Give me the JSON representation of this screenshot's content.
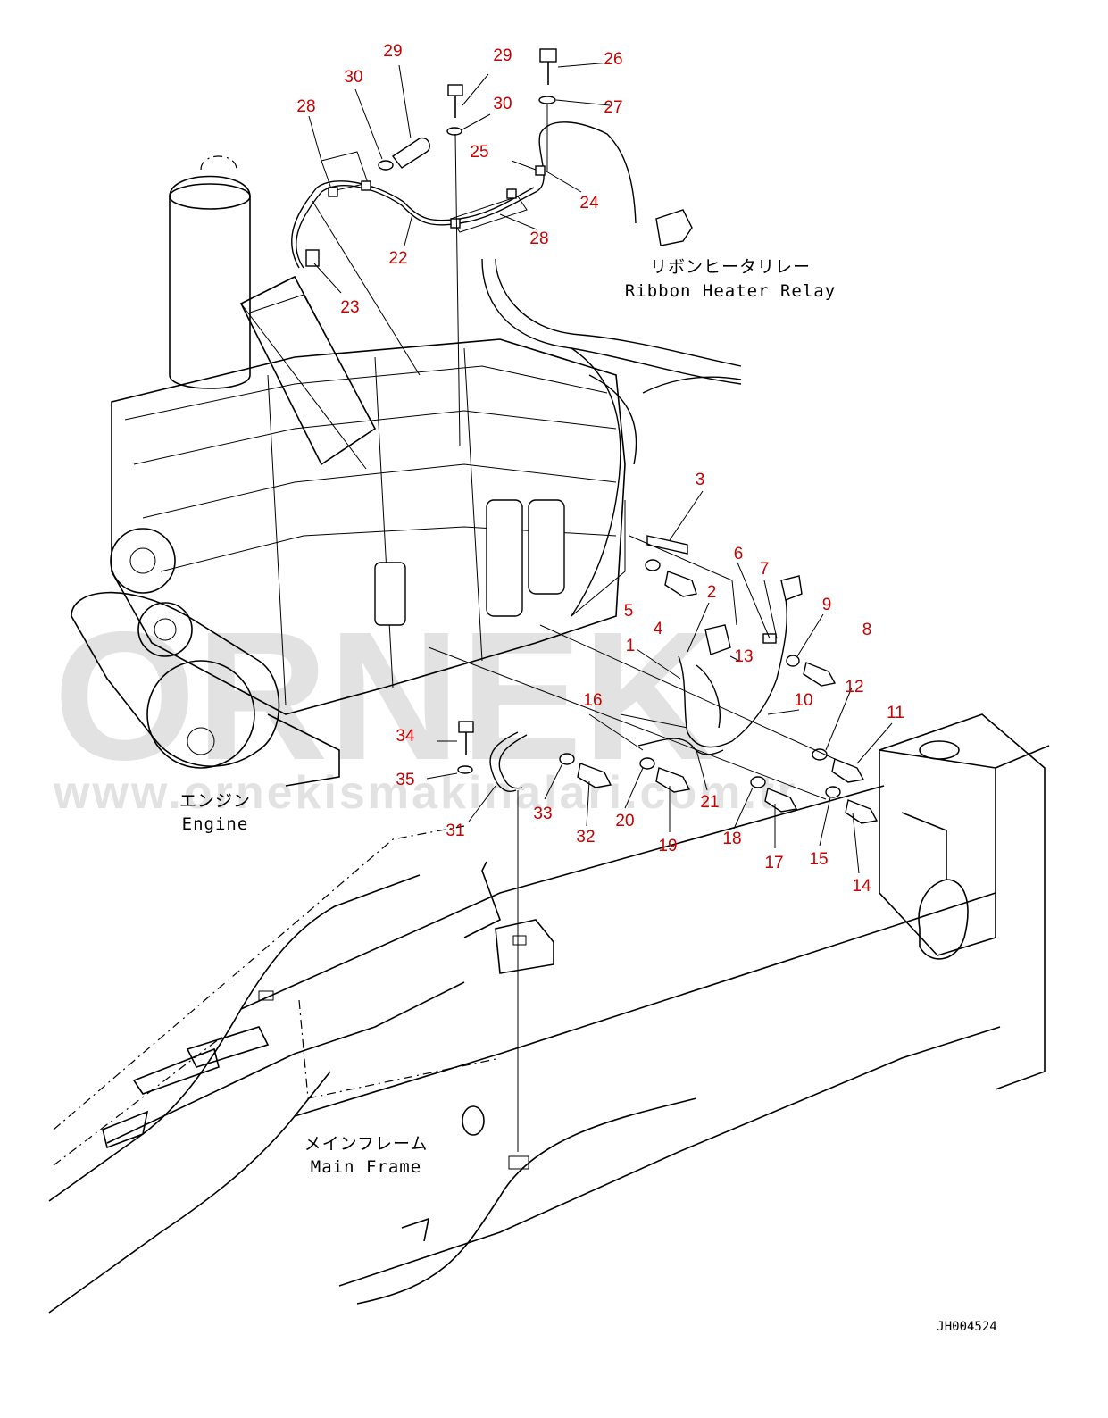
{
  "labels": {
    "relay_jp": "リボンヒータリレー",
    "relay_en": "Ribbon Heater Relay",
    "engine_jp": "エンジン",
    "engine_en": "Engine",
    "frame_jp": "メインフレーム",
    "frame_en": "Main Frame",
    "drawing_code": "JH004524"
  },
  "watermark": {
    "brand": "ORNEK",
    "url": "www.ornekismakinalari.com.tr"
  },
  "callouts": [
    {
      "id": "29a",
      "text": "29"
    },
    {
      "id": "30a",
      "text": "30"
    },
    {
      "id": "28a",
      "text": "28"
    },
    {
      "id": "29b",
      "text": "29"
    },
    {
      "id": "30b",
      "text": "30"
    },
    {
      "id": "26",
      "text": "26"
    },
    {
      "id": "27",
      "text": "27"
    },
    {
      "id": "25",
      "text": "25"
    },
    {
      "id": "24",
      "text": "24"
    },
    {
      "id": "28b",
      "text": "28"
    },
    {
      "id": "22",
      "text": "22"
    },
    {
      "id": "23",
      "text": "23"
    },
    {
      "id": "3",
      "text": "3"
    },
    {
      "id": "6",
      "text": "6"
    },
    {
      "id": "7",
      "text": "7"
    },
    {
      "id": "2",
      "text": "2"
    },
    {
      "id": "9",
      "text": "9"
    },
    {
      "id": "5",
      "text": "5"
    },
    {
      "id": "4",
      "text": "4"
    },
    {
      "id": "8",
      "text": "8"
    },
    {
      "id": "1",
      "text": "1"
    },
    {
      "id": "13",
      "text": "13"
    },
    {
      "id": "12",
      "text": "12"
    },
    {
      "id": "10",
      "text": "10"
    },
    {
      "id": "16",
      "text": "16"
    },
    {
      "id": "11",
      "text": "11"
    },
    {
      "id": "34",
      "text": "34"
    },
    {
      "id": "21",
      "text": "21"
    },
    {
      "id": "35",
      "text": "35"
    },
    {
      "id": "33",
      "text": "33"
    },
    {
      "id": "20",
      "text": "20"
    },
    {
      "id": "31",
      "text": "31"
    },
    {
      "id": "32",
      "text": "32"
    },
    {
      "id": "19",
      "text": "19"
    },
    {
      "id": "18",
      "text": "18"
    },
    {
      "id": "17",
      "text": "17"
    },
    {
      "id": "15",
      "text": "15"
    },
    {
      "id": "14",
      "text": "14"
    }
  ]
}
